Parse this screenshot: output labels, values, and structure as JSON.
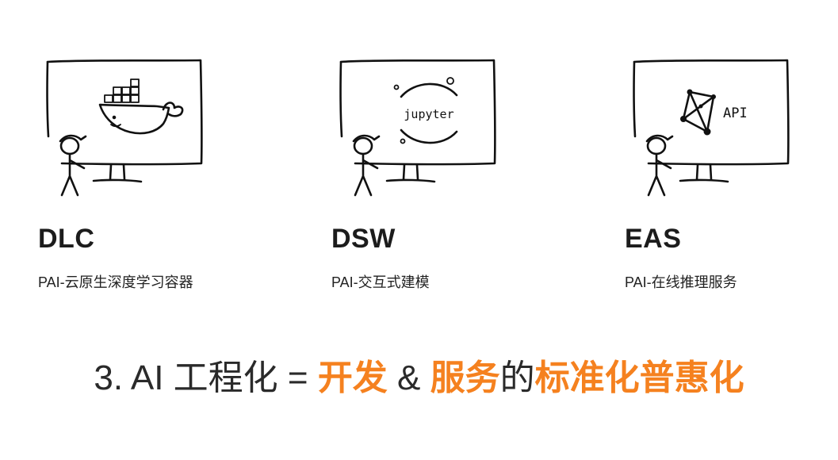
{
  "cards": [
    {
      "title": "DLC",
      "subtitle": "PAI-云原生深度学习容器",
      "icon": "docker-whale-icon",
      "screen_text": ""
    },
    {
      "title": "DSW",
      "subtitle": "PAI-交互式建模",
      "icon": "jupyter-icon",
      "screen_text": "jupyter"
    },
    {
      "title": "EAS",
      "subtitle": "PAI-在线推理服务",
      "icon": "api-graph-icon",
      "screen_text": "API"
    }
  ],
  "headline": {
    "prefix": "3. AI 工程化 = ",
    "part1": "开发",
    "amp": " & ",
    "part2": "服务",
    "connector": "的",
    "part3": "标准化普惠化"
  },
  "colors": {
    "accent": "#f5811f",
    "text": "#2a2a2a"
  }
}
